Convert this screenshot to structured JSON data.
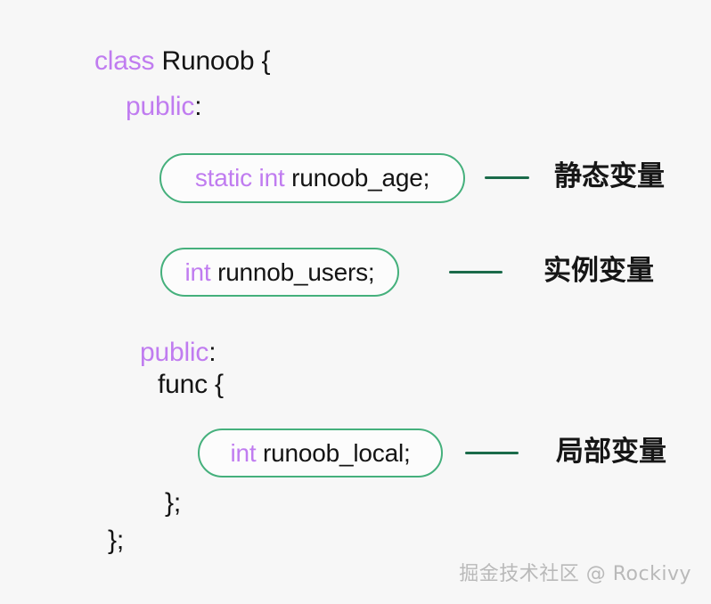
{
  "diagram": {
    "title_text": "class Runoob {",
    "background_color": "#f7f7f7",
    "keyword_color": "#c07cf0",
    "box_border_color": "#45b07c",
    "connector_color": "#1b6b4a",
    "text_color": "#141414"
  },
  "code": {
    "line1_keyword": "class",
    "line1_rest": " Runoob {",
    "line2_keyword": "public",
    "line2_rest": ":",
    "line3_keyword": "public",
    "line3_rest": ":",
    "line4_text": "func {",
    "line5_text": "};",
    "line6_text": "};"
  },
  "boxes": [
    {
      "id": "static-variable-box",
      "keyword": "static int",
      "identifier": " runoob_age;"
    },
    {
      "id": "instance-variable-box",
      "keyword": "int",
      "identifier": " runnob_users;"
    },
    {
      "id": "local-variable-box",
      "keyword": "int",
      "identifier": " runoob_local;"
    }
  ],
  "annotations": [
    {
      "id": "static-variable-label",
      "label": "静态变量"
    },
    {
      "id": "instance-variable-label",
      "label": "实例变量"
    },
    {
      "id": "local-variable-label",
      "label": "局部变量"
    }
  ],
  "watermark": {
    "text": "掘金技术社区 @ Rockivy"
  }
}
